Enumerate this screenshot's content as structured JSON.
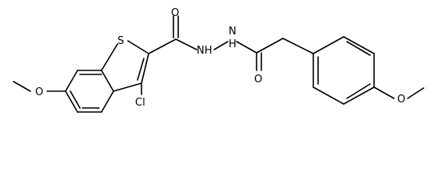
{
  "diagram": {
    "atoms": {
      "s1": "S",
      "o_amide1": "O",
      "nh1": "NH",
      "nh2": "N\nH",
      "o_amide2": "O",
      "cl": "Cl",
      "o_methoxy_left": "O",
      "o_methoxy_right": "O"
    }
  }
}
